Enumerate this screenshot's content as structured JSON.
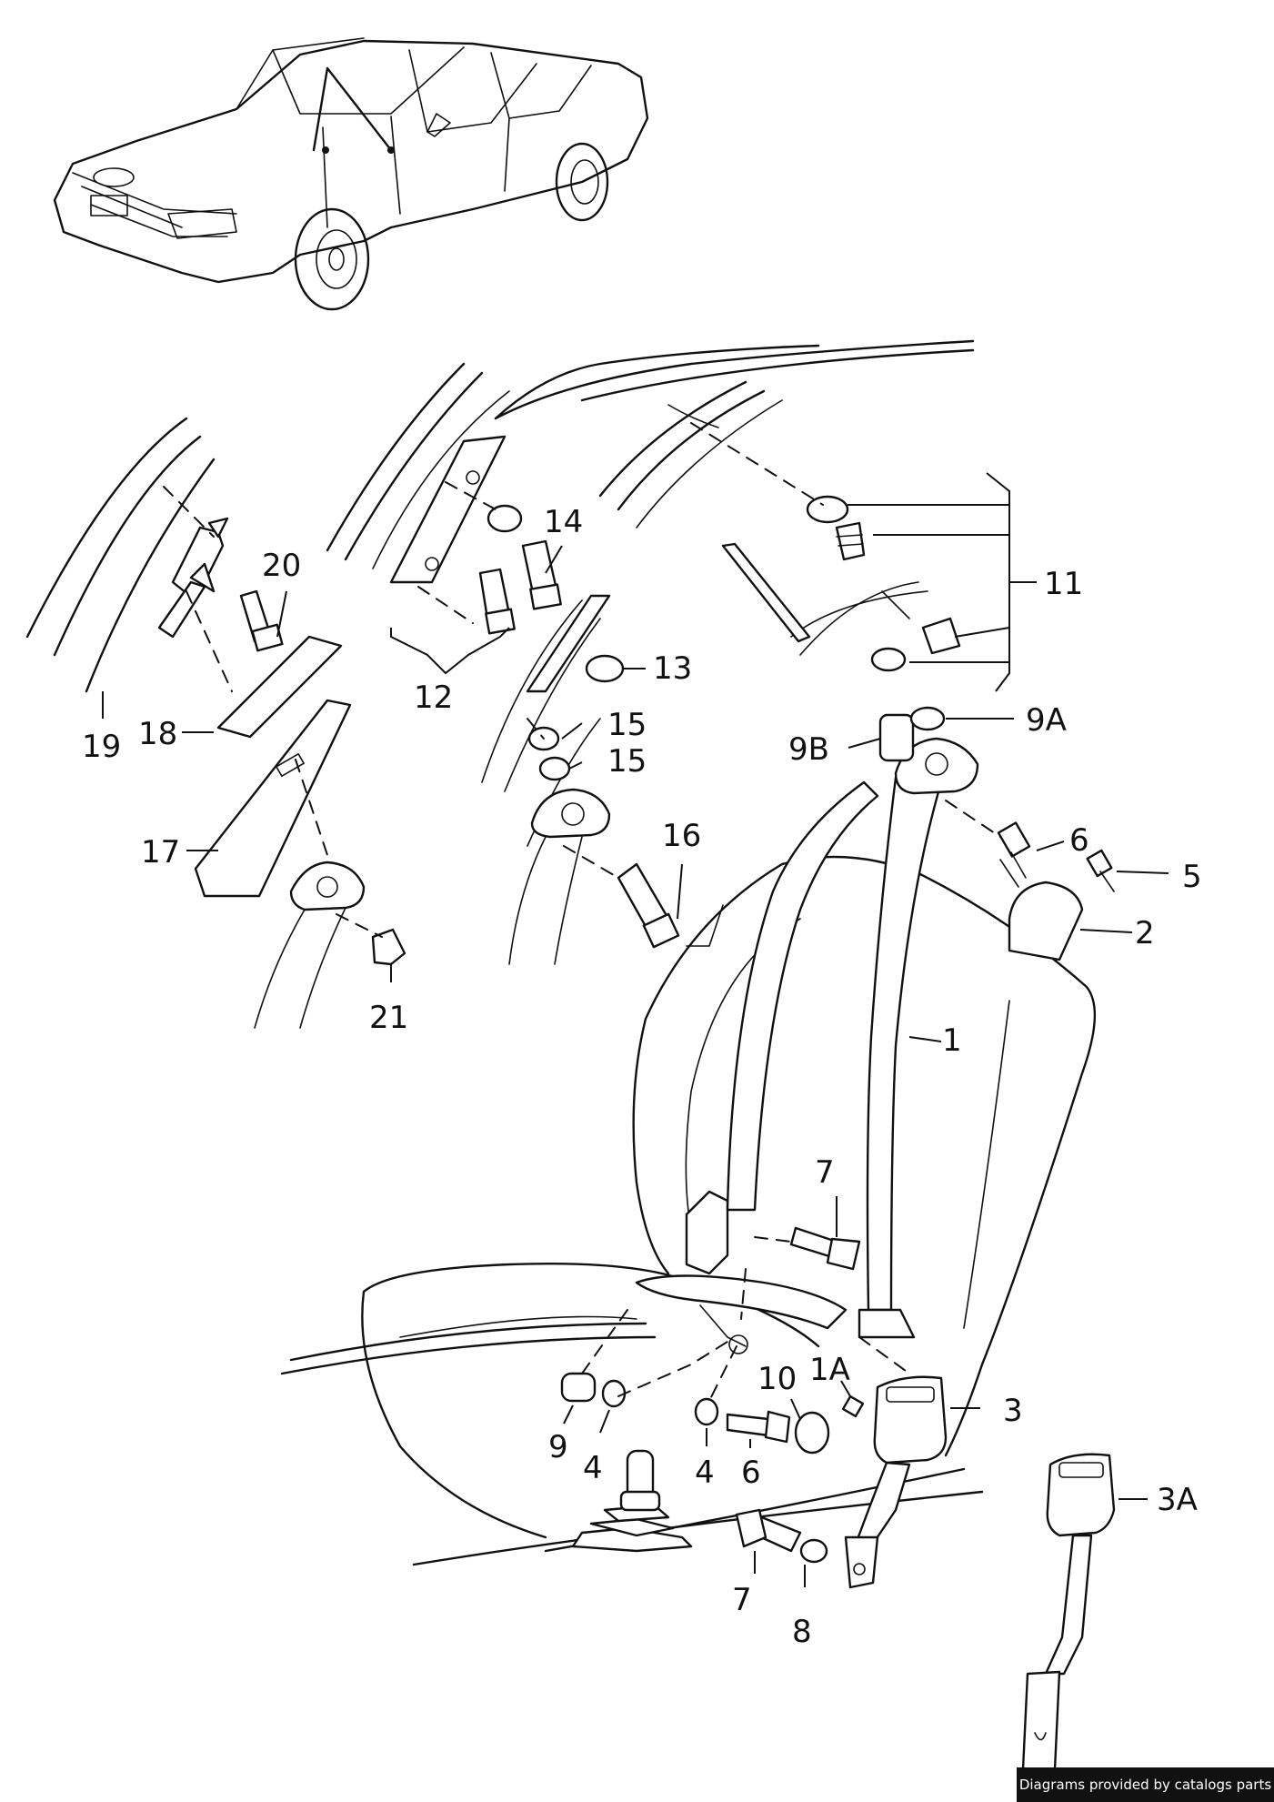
{
  "labels": {
    "p1": "1",
    "p1A": "1A",
    "p2": "2",
    "p3": "3",
    "p3A": "3A",
    "p4a": "4",
    "p4b": "4",
    "p5": "5",
    "p6a": "6",
    "p6b": "6",
    "p7a": "7",
    "p7b": "7",
    "p8": "8",
    "p9": "9",
    "p9A": "9A",
    "p9B": "9B",
    "p10": "10",
    "p11": "11",
    "p12": "12",
    "p13": "13",
    "p14": "14",
    "p15a": "15",
    "p15b": "15",
    "p16": "16",
    "p17": "17",
    "p18": "18",
    "p19": "19",
    "p20": "20",
    "p21": "21"
  },
  "credit": "Diagrams provided by catalogs parts"
}
